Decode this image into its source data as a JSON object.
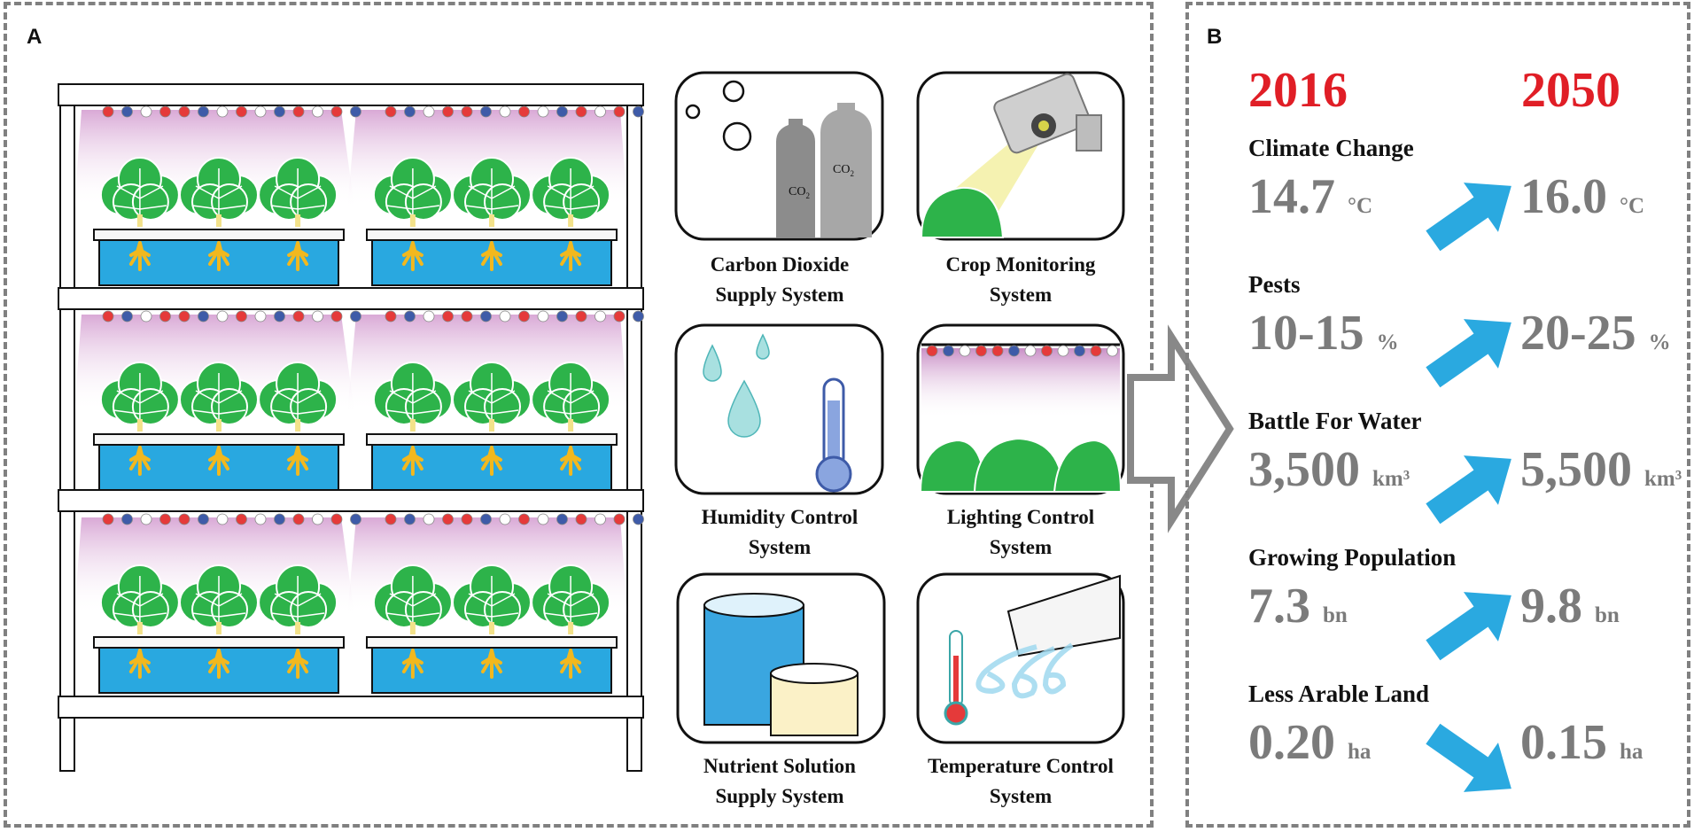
{
  "panels": {
    "a_letter": "A",
    "b_letter": "B"
  },
  "systems": [
    {
      "id": "co2",
      "line1": "Carbon Dioxide",
      "line2": "Supply System",
      "gas_label": "CO",
      "gas_sub": "2"
    },
    {
      "id": "monitor",
      "line1": "Crop Monitoring",
      "line2": "System"
    },
    {
      "id": "humidity",
      "line1": "Humidity Control",
      "line2": "System"
    },
    {
      "id": "lighting",
      "line1": "Lighting Control",
      "line2": "System"
    },
    {
      "id": "nutrient",
      "line1": "Nutrient Solution",
      "line2": "Supply System"
    },
    {
      "id": "temperature",
      "line1": "Temperature Control",
      "line2": "System"
    }
  ],
  "years": {
    "from": "2016",
    "to": "2050"
  },
  "factors": [
    {
      "name": "Climate Change",
      "from": "14.7",
      "from_unit": "°C",
      "to": "16.0",
      "to_unit": "°C",
      "trend": "up"
    },
    {
      "name": "Pests",
      "from": "10-15",
      "from_unit": "%",
      "to": "20-25",
      "to_unit": "%",
      "trend": "up"
    },
    {
      "name": "Battle For Water",
      "from": "3,500",
      "from_unit": "km³",
      "to": "5,500",
      "to_unit": "km³",
      "trend": "up"
    },
    {
      "name": "Growing Population",
      "from": "7.3",
      "from_unit": "bn",
      "to": "9.8",
      "to_unit": "bn",
      "trend": "up"
    },
    {
      "name": "Less Arable Land",
      "from": "0.20",
      "from_unit": "ha",
      "to": "0.15",
      "to_unit": "ha",
      "trend": "down"
    }
  ],
  "colors": {
    "water": "#29a8e0",
    "leaf": "#2db34a",
    "root": "#f2b81e",
    "glow": "#d9a9d6",
    "led_red": "#e53a3a",
    "led_blue": "#3e5ba8",
    "arrow": "#2aa9e0",
    "year": "#e01e26"
  }
}
